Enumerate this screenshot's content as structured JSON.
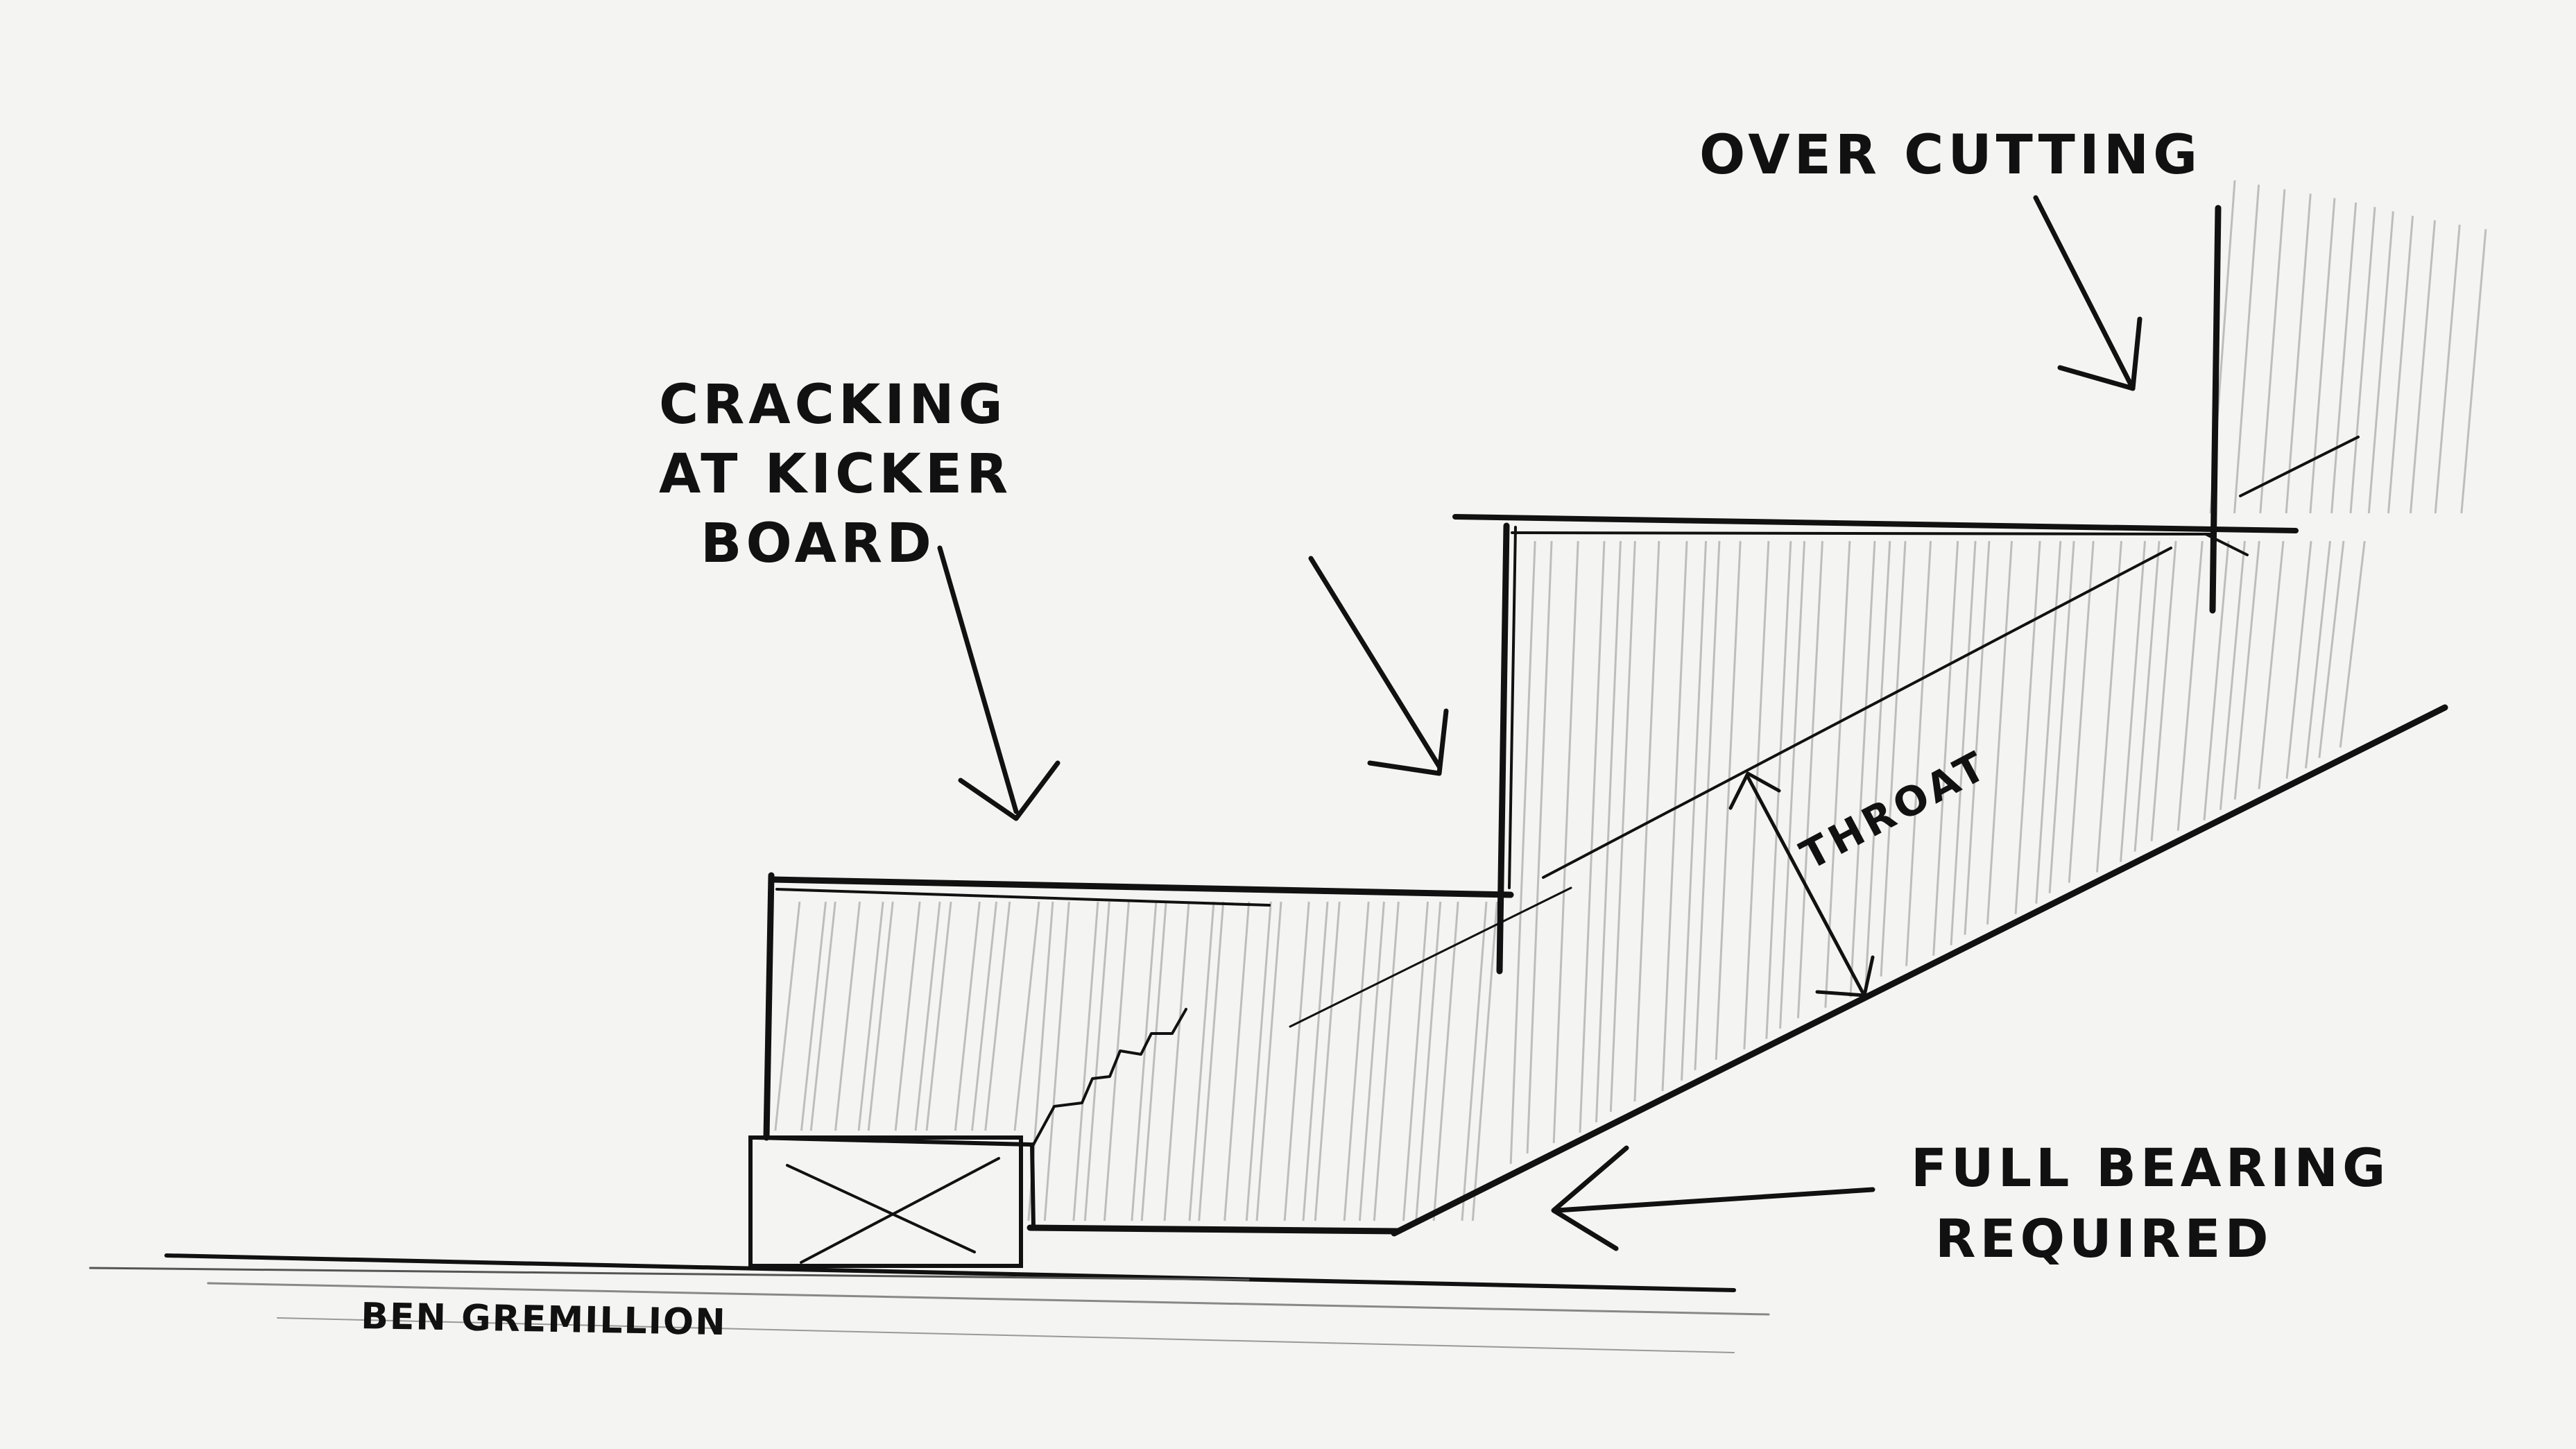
{
  "diagram": {
    "labels": {
      "overcutting": "OVER CUTTING",
      "cracking_line1": "CRACKING",
      "cracking_line2": "AT KICKER",
      "cracking_line3": "BOARD",
      "throat": "THROAT",
      "bearing_line1": "FULL BEARING",
      "bearing_line2": "REQUIRED",
      "signature": "BEN GREMILLION"
    },
    "colors": {
      "paper": "#f4f4f2",
      "ink": "#111111",
      "pencil_hatch": "#9a9a9a"
    }
  }
}
